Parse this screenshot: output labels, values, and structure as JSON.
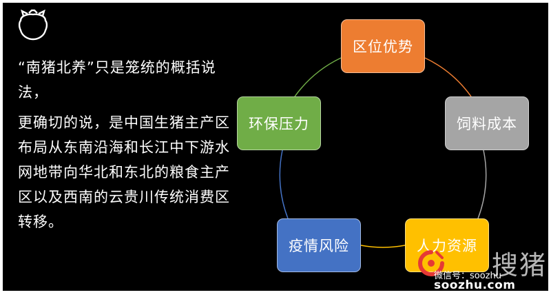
{
  "text": {
    "paragraph1": "“南猪北养”只是笼统的概括说法，",
    "paragraph2": "更确切的说，是中国生猪主产区布局从东南沿海和长江中下游水网地带向华北和东北的粮食主产区以及西南的云贵川传统消费区转移。"
  },
  "cycle": {
    "nodes": [
      {
        "label": "区位优势",
        "color": "#ed7d31"
      },
      {
        "label": "饲料成本",
        "color": "#a5a5a5"
      },
      {
        "label": "人力资源",
        "color": "#ffc000"
      },
      {
        "label": "疫情风险",
        "color": "#4472c4"
      },
      {
        "label": "环保压力",
        "color": "#70ad47"
      }
    ]
  },
  "watermark": {
    "brand": "搜猪",
    "wechat": "微信号：soozhu",
    "url": "soozhu.com"
  },
  "icons": [
    "piggy-bank-icon",
    "soozhu-logo-icon"
  ]
}
